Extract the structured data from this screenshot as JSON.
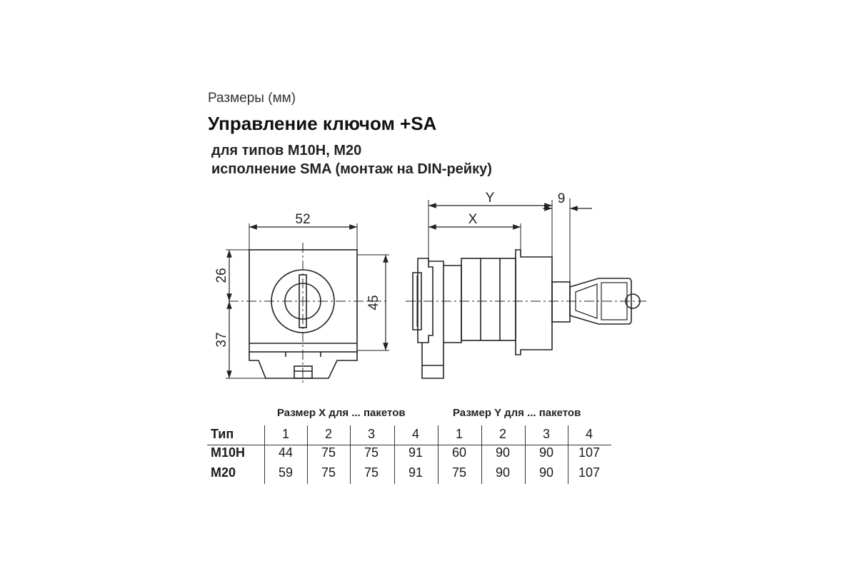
{
  "header": {
    "caption": "Размеры (мм)",
    "title": "Управление ключом +SA",
    "subtitle_line1": "для типов M10H, M20",
    "subtitle_line2": "исполнение SMA (монтаж на DIN-рейку)"
  },
  "front_view": {
    "dim_width": "52",
    "dim_top": "26",
    "dim_bottom": "37",
    "dim_height": "45"
  },
  "side_view": {
    "dim_y": "Y",
    "dim_x": "X",
    "dim_key": "9"
  },
  "table": {
    "group_x": "Размер X для ... пакетов",
    "group_y": "Размер Y для ... пакетов",
    "type_header": "Тип",
    "columns": [
      "1",
      "2",
      "3",
      "4",
      "1",
      "2",
      "3",
      "4"
    ],
    "rows": [
      {
        "type": "M10H",
        "values": [
          "44",
          "75",
          "75",
          "91",
          "60",
          "90",
          "90",
          "107"
        ]
      },
      {
        "type": "M20",
        "values": [
          "59",
          "75",
          "75",
          "91",
          "75",
          "90",
          "90",
          "107"
        ]
      }
    ]
  }
}
